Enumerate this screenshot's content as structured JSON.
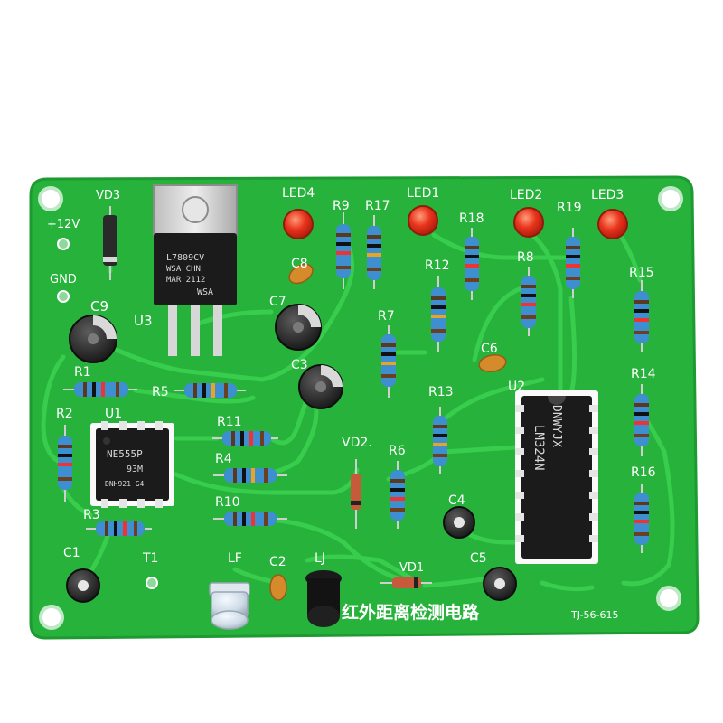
{
  "colors": {
    "board": "#27b23c",
    "board_edge": "#1e9a32",
    "trace": "#3bd24f",
    "silk": "#ffffff",
    "resistor_body": "#3e8fd0",
    "chip": "#1b1b1b",
    "led_red": "#e8331b",
    "capacitor_ceramic": "#d58a2c",
    "electrolytic": "#2b2b2b",
    "regulator_tab": "#c9c9c9"
  },
  "silkscreen": {
    "vd3": "VD3",
    "v12": "+12V",
    "gnd": "GND",
    "c9": "C9",
    "u3": "U3",
    "led4": "LED4",
    "r9": "R9",
    "r17": "R17",
    "led1": "LED1",
    "r18": "R18",
    "led2": "LED2",
    "r19": "R19",
    "led3": "LED3",
    "c8": "C8",
    "c7": "C7",
    "r12": "R12",
    "r8": "R8",
    "r15": "R15",
    "r7": "R7",
    "c6": "C6",
    "r1": "R1",
    "r5": "R5",
    "c3": "C3",
    "u2": "U2",
    "r14": "R14",
    "r2": "R2",
    "u1": "U1",
    "r13": "R13",
    "r11": "R11",
    "vd2": "VD2.",
    "r6": "R6",
    "r4": "R4",
    "r16": "R16",
    "r10": "R10",
    "c4": "C4",
    "r3": "R3",
    "c1": "C1",
    "t1": "T1",
    "lf": "LF",
    "c2": "C2",
    "lj": "LJ",
    "vd1": "VD1",
    "c5": "C5",
    "title": "红外距离检测电路",
    "code": "TJ-56-615"
  },
  "chips": {
    "ne555_line1": "NE555P",
    "ne555_line2": "93M",
    "ne555_line3": "DNH921 G4",
    "lm324_line1": "DNWYJX",
    "lm324_line2": "LM324N",
    "regulator_line1": "L7809CV",
    "regulator_line2": "WSA CHN",
    "regulator_line3": "MAR 2112",
    "regulator_line4": "WSA"
  }
}
